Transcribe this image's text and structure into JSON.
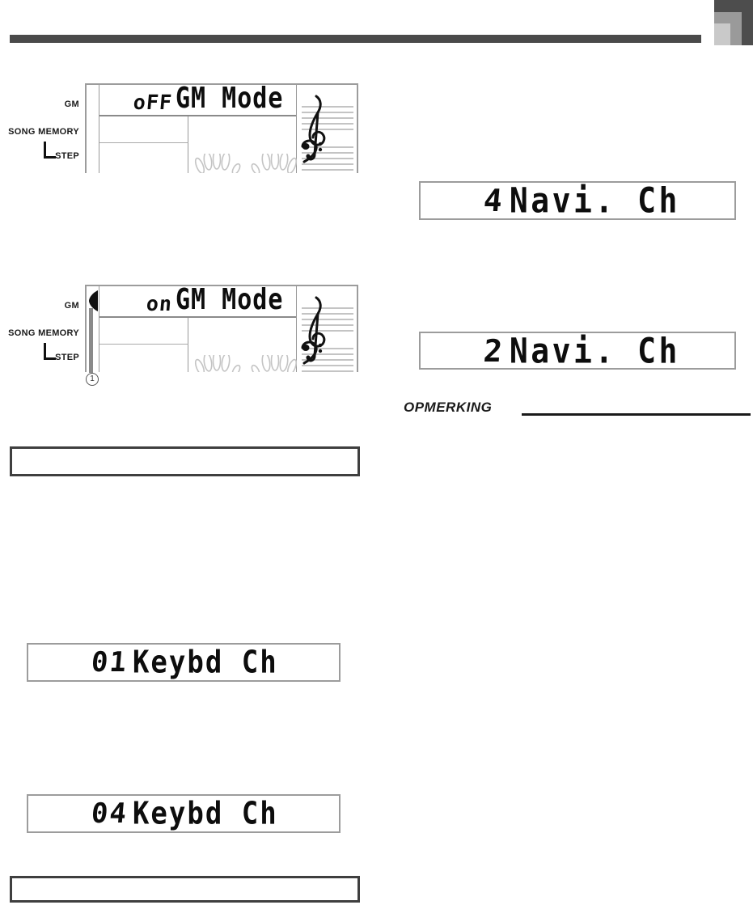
{
  "colors": {
    "top_bar": "#4a4a4a",
    "corner_dark": "#4d4d4d",
    "corner_medium": "#9a9a9a",
    "corner_light": "#c9c9c9",
    "lcd_border": "#9c9c9c",
    "note_box_border": "#3f3f3f"
  },
  "gm_display_off": {
    "labels": {
      "gm": "GM",
      "song_memory": "SONG MEMORY",
      "step": "STEP"
    },
    "value": "oFF",
    "title": "GM Mode"
  },
  "gm_display_on": {
    "labels": {
      "gm": "GM",
      "song_memory": "SONG MEMORY",
      "step": "STEP"
    },
    "value": "on",
    "title": "GM Mode",
    "callout_number": "1"
  },
  "navi_display_1": {
    "value": "4",
    "label": "Navi. Ch"
  },
  "navi_display_2": {
    "value": "2",
    "label": "Navi. Ch"
  },
  "keybd_display_1": {
    "value": "01",
    "label": "Keybd Ch"
  },
  "keybd_display_2": {
    "value": "04",
    "label": "Keybd Ch"
  },
  "note_heading": "OPMERKING"
}
